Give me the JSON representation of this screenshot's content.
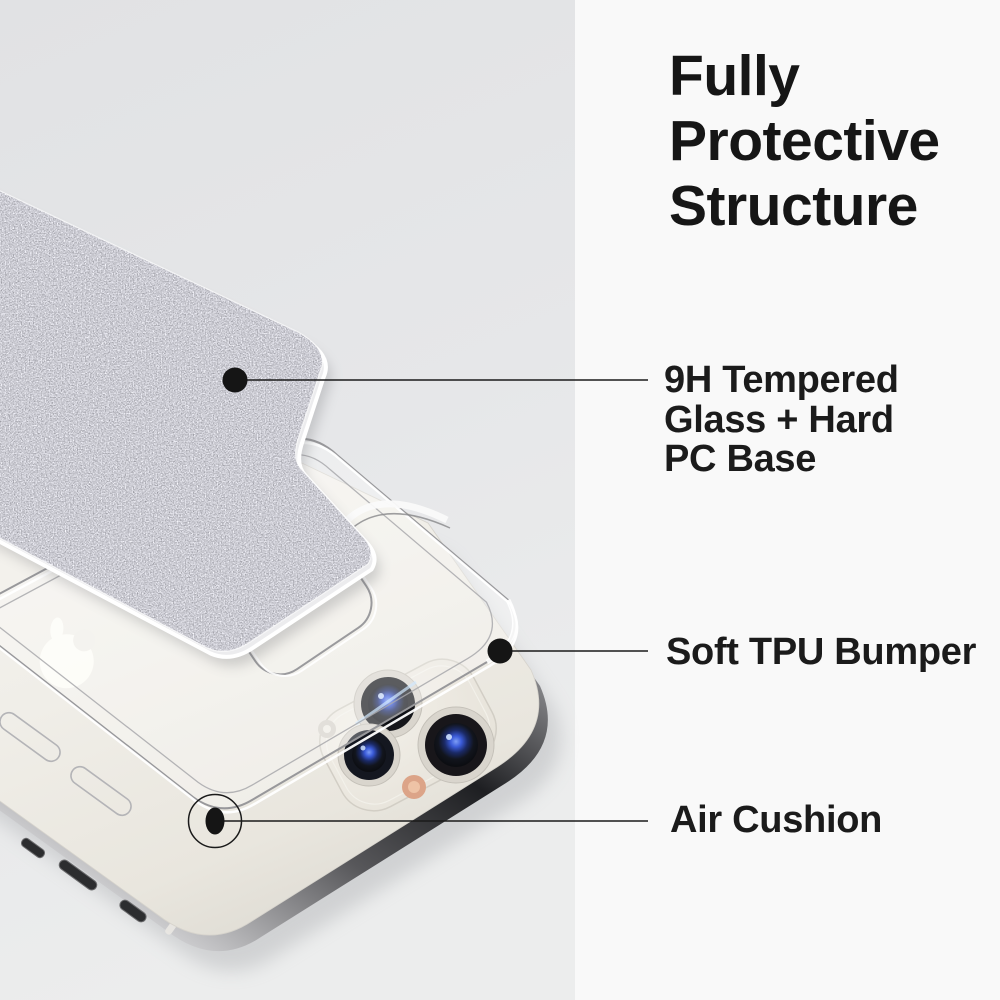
{
  "title": "Fully Protective Structure",
  "heading": {
    "lines": [
      "Fully",
      "Protective",
      "Structure"
    ]
  },
  "annotations": [
    {
      "id": "tempered-glass",
      "lines": [
        "9H Tempered",
        "Glass + Hard",
        "PC Base"
      ]
    },
    {
      "id": "tpu-bumper",
      "lines": [
        "Soft TPU Bumper"
      ]
    },
    {
      "id": "air-cushion",
      "lines": [
        "Air Cushion"
      ]
    }
  ],
  "graphics": {
    "layers": [
      "glitter-back-plate",
      "clear-tpu-case",
      "phone-back"
    ],
    "icons": [
      "apple-logo",
      "triple-camera-module",
      "callout-dot"
    ]
  },
  "colors": {
    "background_left": "#e3e4e6",
    "background_right": "#f9f9f9",
    "text": "#161616",
    "leader_line": "#1a1a1a",
    "phone_body": "#f2f0ea",
    "lens_blue": "#3b5bd8"
  }
}
